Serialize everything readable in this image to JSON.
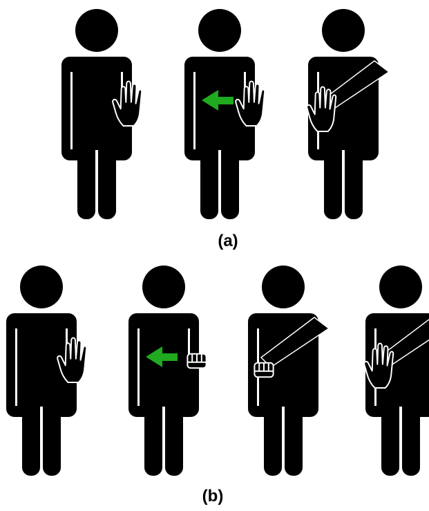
{
  "captions": {
    "a": "(a)",
    "b": "(b)"
  },
  "colors": {
    "figure": "#000000",
    "hand_outline": "#ffffff",
    "arrow": "#1faa1f",
    "background": "#ffffff"
  },
  "figures": [
    {
      "row": "a",
      "name": "figure-a1",
      "pose": "palm-raised-right",
      "arrow": false
    },
    {
      "row": "a",
      "name": "figure-a2",
      "pose": "palm-raised-right",
      "arrow": true
    },
    {
      "row": "a",
      "name": "figure-a3",
      "pose": "arm-across-palm-left",
      "arrow": false
    },
    {
      "row": "b",
      "name": "figure-b1",
      "pose": "palm-raised-right",
      "arrow": false
    },
    {
      "row": "b",
      "name": "figure-b2",
      "pose": "fist-right",
      "arrow": true
    },
    {
      "row": "b",
      "name": "figure-b3",
      "pose": "arm-across-fist-left",
      "arrow": false
    },
    {
      "row": "b",
      "name": "figure-b4",
      "pose": "arm-across-palm-left",
      "arrow": false
    }
  ]
}
